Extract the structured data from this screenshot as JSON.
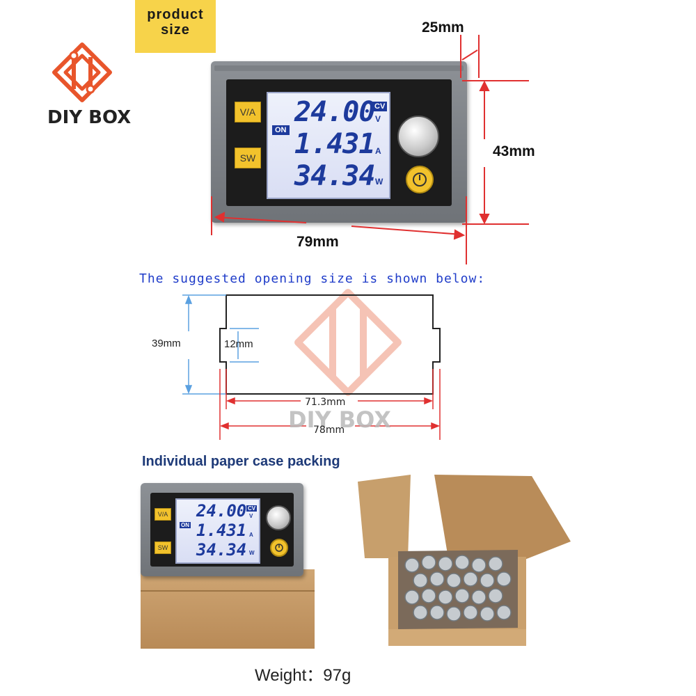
{
  "tag": {
    "line1": "product",
    "line2": "size"
  },
  "brand": {
    "name": "DIY BOX",
    "watermark": "DIY BOX"
  },
  "dimensions": {
    "depth": "25mm",
    "height": "43mm",
    "width": "79mm"
  },
  "display": {
    "vi_button": "V/A",
    "sw_button": "SW",
    "on_badge": "ON",
    "mode_badge": "CV",
    "voltage": "24.00",
    "current": "1.431",
    "power": "34.34",
    "unit_v": "V",
    "unit_a": "A",
    "unit_w": "W"
  },
  "opening": {
    "caption": "The suggested opening size is shown below:",
    "height": "39mm",
    "notch": "12mm",
    "inner_width": "71.3mm",
    "outer_width": "78mm"
  },
  "packing": {
    "caption": "Individual paper case packing",
    "weight": "Weight：97g"
  },
  "colors": {
    "dim_red": "#e03030",
    "lcd_blue": "#1d3a9c",
    "accent_yellow": "#f2c22c",
    "blue_guide": "#5aa0e0",
    "brand_orange": "#e8552b"
  }
}
